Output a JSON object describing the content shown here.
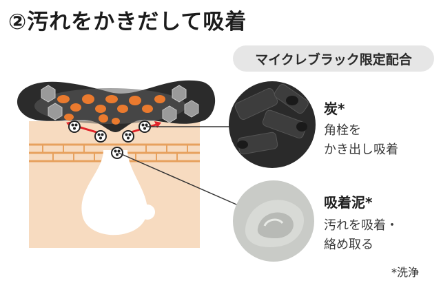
{
  "title": "②汚れをかきだして吸着",
  "badge": "マイクレブラック限定配合",
  "items": [
    {
      "name": "炭*",
      "desc_line1": "角栓を",
      "desc_line2": "かき出し吸着",
      "icon": "charcoal-photo"
    },
    {
      "name": "吸着泥*",
      "desc_line1": "汚れを吸着・",
      "desc_line2": "絡め取る",
      "icon": "clay-photo"
    }
  ],
  "footnote": "*洗浄",
  "colors": {
    "skin": "#f6d9bd",
    "brick": "#e7a15e",
    "black_layer": "#2a2a2a",
    "dirt": "#e9782d",
    "arrow": "#e0242a",
    "badge_bg": "#e6e6e6"
  }
}
